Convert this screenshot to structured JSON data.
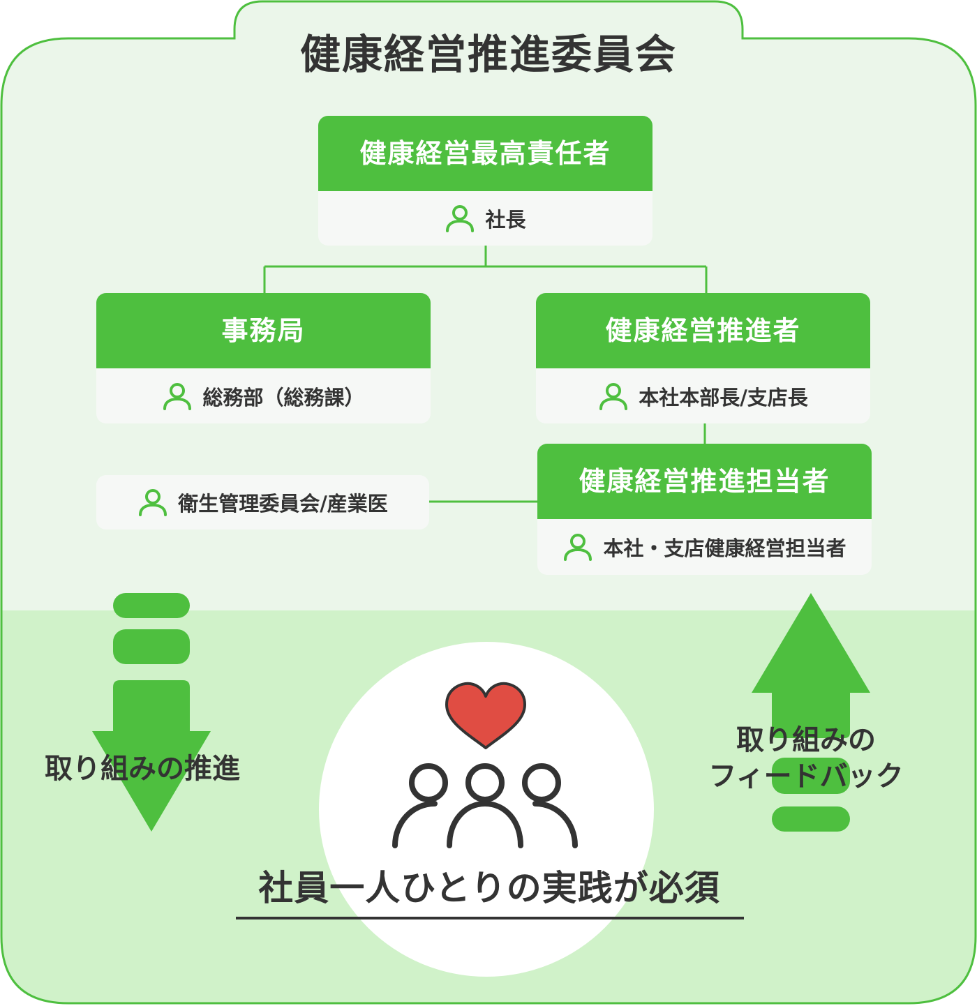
{
  "committee": {
    "title": "健康経営推進委員会"
  },
  "org": {
    "chief": {
      "role": "健康経営最高責任者",
      "member": "社長"
    },
    "secretariat": {
      "role": "事務局",
      "member": "総務部（総務課）"
    },
    "promoter": {
      "role": "健康経営推進者",
      "member": "本社本部長/支店長"
    },
    "staff": {
      "role": "健康経営推進担当者",
      "member": "本社・支店健康経営担当者"
    },
    "advisor": {
      "member": "衛生管理委員会/産業医"
    }
  },
  "flow": {
    "down_label": "取り組みの推進",
    "up_label_line1": "取り組みの",
    "up_label_line2": "フィードバック"
  },
  "footer": {
    "statement": "社員一人ひとりの実践が必須"
  },
  "colors": {
    "brand_green": "#4ebf3f",
    "frame_top_bg": "#ebf6ea",
    "frame_bottom_bg": "#d0f2c9",
    "heart": "#e04d43",
    "text": "#333333"
  },
  "icons": [
    "person-icon",
    "heart-icon",
    "people-group-icon",
    "down-arrow-icon",
    "up-arrow-icon"
  ]
}
